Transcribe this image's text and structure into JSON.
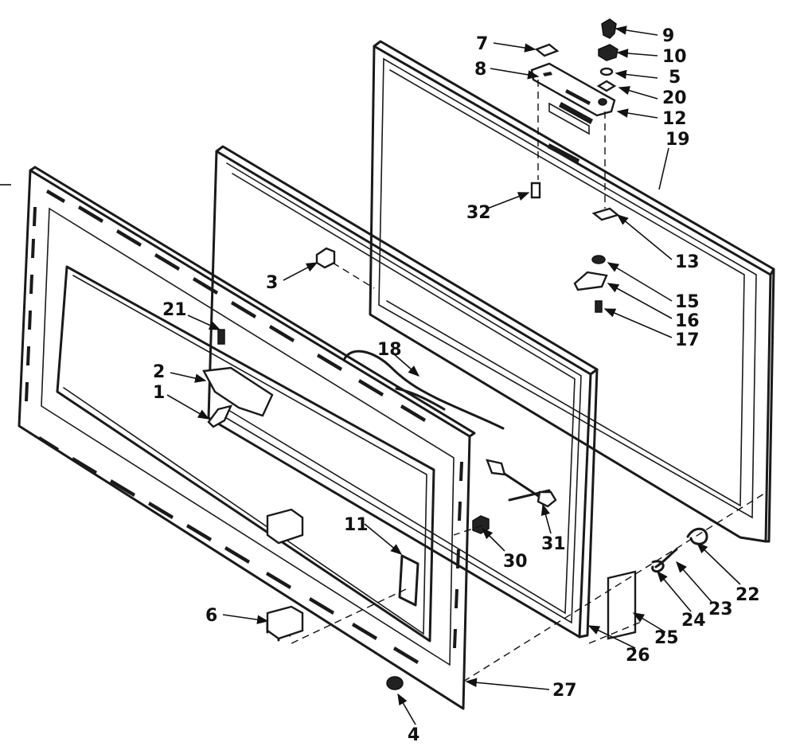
{
  "diagram": {
    "callouts": [
      {
        "id": "c1",
        "label": "1"
      },
      {
        "id": "c2",
        "label": "2"
      },
      {
        "id": "c3",
        "label": "3"
      },
      {
        "id": "c4",
        "label": "4"
      },
      {
        "id": "c5",
        "label": "5"
      },
      {
        "id": "c6",
        "label": "6"
      },
      {
        "id": "c7",
        "label": "7"
      },
      {
        "id": "c8",
        "label": "8"
      },
      {
        "id": "c9",
        "label": "9"
      },
      {
        "id": "c10",
        "label": "10"
      },
      {
        "id": "c11",
        "label": "11"
      },
      {
        "id": "c12",
        "label": "12"
      },
      {
        "id": "c13",
        "label": "13"
      },
      {
        "id": "c15",
        "label": "15"
      },
      {
        "id": "c16",
        "label": "16"
      },
      {
        "id": "c17",
        "label": "17"
      },
      {
        "id": "c18",
        "label": "18"
      },
      {
        "id": "c19",
        "label": "19"
      },
      {
        "id": "c20",
        "label": "20"
      },
      {
        "id": "c21",
        "label": "21"
      },
      {
        "id": "c22",
        "label": "22"
      },
      {
        "id": "c23",
        "label": "23"
      },
      {
        "id": "c24",
        "label": "24"
      },
      {
        "id": "c25",
        "label": "25"
      },
      {
        "id": "c26",
        "label": "26"
      },
      {
        "id": "c27",
        "label": "27"
      },
      {
        "id": "c30",
        "label": "30"
      },
      {
        "id": "c31",
        "label": "31"
      },
      {
        "id": "c32",
        "label": "32"
      }
    ]
  }
}
